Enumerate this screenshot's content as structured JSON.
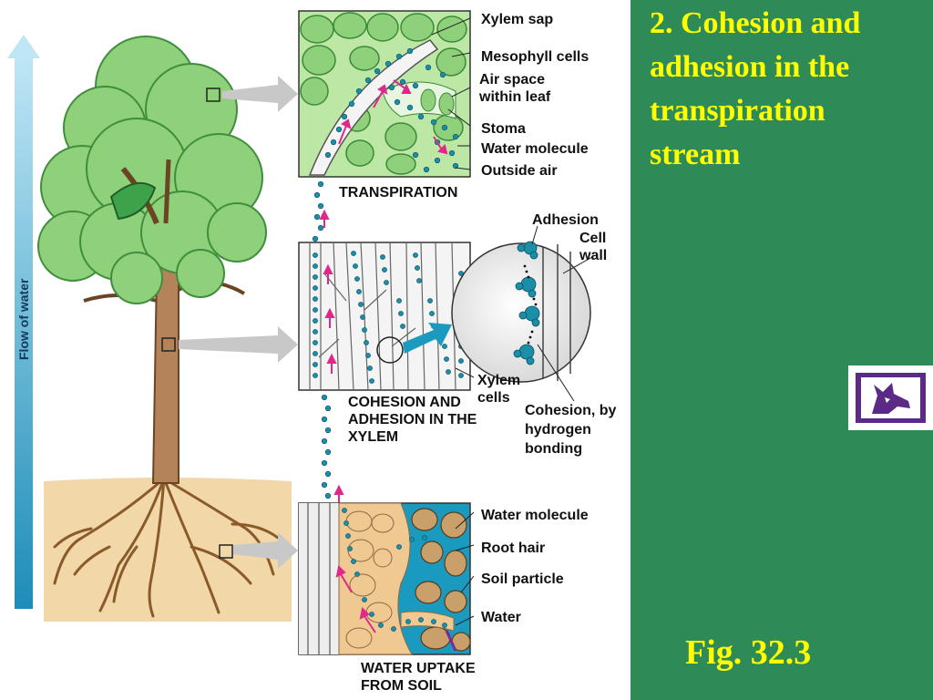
{
  "slide": {
    "title": "2. Cohesion and adhesion in the transpiration stream",
    "fig_caption": "Fig. 32.3"
  },
  "diagram": {
    "flow_label": "Flow of water",
    "transpiration": {
      "heading": "TRANSPIRATION",
      "labels": [
        "Xylem sap",
        "Mesophyll cells",
        "Air space within leaf",
        "Stoma",
        "Water molecule",
        "Outside air"
      ]
    },
    "xylem": {
      "heading": "COHESION AND ADHESION IN THE XYLEM",
      "label_xylem_cells": "Xylem cells",
      "label_adhesion": "Adhesion",
      "label_cell_wall": "Cell wall",
      "label_cohesion": "Cohesion, by hydrogen bonding"
    },
    "soil": {
      "heading": "WATER UPTAKE FROM SOIL",
      "labels": [
        "Water molecule",
        "Root hair",
        "Soil particle",
        "Water"
      ]
    }
  },
  "colors": {
    "background": "#2e8b57",
    "title_text": "#ffff00",
    "water_dot": "#1b8fa8",
    "arrow": "#e0288a",
    "leaf": "#8fd07a",
    "trunk": "#b5835a",
    "soil": "#f2d8a8",
    "logo_purple": "#5b2a86"
  },
  "icons": [
    "husky-logo-icon"
  ]
}
